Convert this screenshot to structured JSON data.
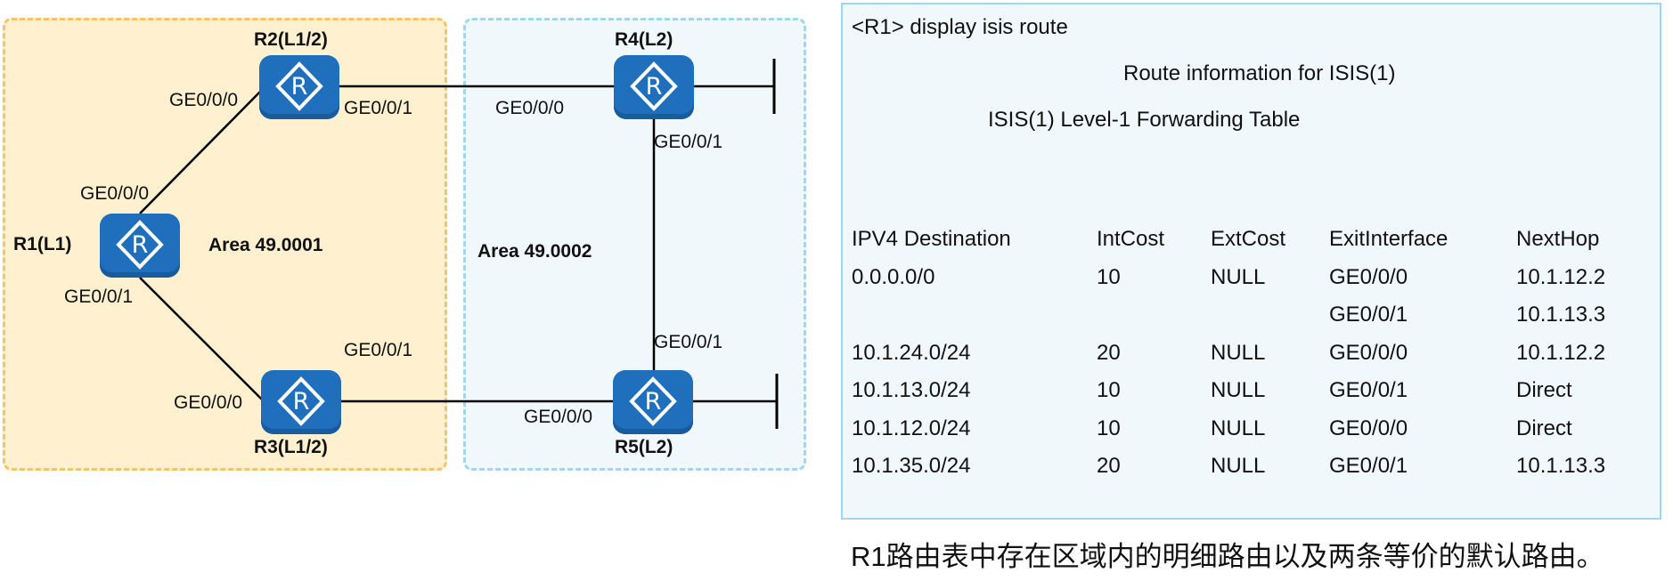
{
  "areas": {
    "area1": "Area 49.0001",
    "area2": "Area 49.0002"
  },
  "routers": {
    "r1": "R1(L1)",
    "r2": "R2(L1/2)",
    "r3": "R3(L1/2)",
    "r4": "R4(L2)",
    "r5": "R5(L2)"
  },
  "router_icon": "router-icon",
  "router_glyph": "R",
  "colors": {
    "area1_fill": "#fff1cf",
    "area1_border": "#f6c467",
    "area2_fill": "#f1f8fc",
    "area2_border": "#9ed7ef",
    "router": "#1f6fbd"
  },
  "interfaces": {
    "r2_left": "GE0/0/0",
    "r2_right": "GE0/0/1",
    "r4_left": "GE0/0/0",
    "r4_down": "GE0/0/1",
    "r1_up": "GE0/0/0",
    "r1_down": "GE0/0/1",
    "r3_left": "GE0/0/0",
    "r3_right": "GE0/0/1",
    "r5_left": "GE0/0/0",
    "r5_up": "GE0/0/1"
  },
  "route_output": {
    "command": "<R1> display isis route",
    "title": "Route information for ISIS(1)",
    "subtitle": "ISIS(1) Level-1 Forwarding Table",
    "headers": [
      "IPV4 Destination",
      "IntCost",
      "ExtCost",
      "ExitInterface",
      "NextHop"
    ],
    "rows": [
      [
        "0.0.0.0/0",
        "10",
        "NULL",
        "GE0/0/0",
        "10.1.12.2"
      ],
      [
        "",
        "",
        "",
        "GE0/0/1",
        "10.1.13.3"
      ],
      [
        "10.1.24.0/24",
        "20",
        "NULL",
        "GE0/0/0",
        "10.1.12.2"
      ],
      [
        "10.1.13.0/24",
        "10",
        "NULL",
        "GE0/0/1",
        "Direct"
      ],
      [
        "10.1.12.0/24",
        "10",
        "NULL",
        "GE0/0/0",
        "Direct"
      ],
      [
        "10.1.35.0/24",
        "20",
        "NULL",
        "GE0/0/1",
        "10.1.13.3"
      ]
    ]
  },
  "caption": "R1路由表中存在区域内的明细路由以及两条等价的默认路由。"
}
